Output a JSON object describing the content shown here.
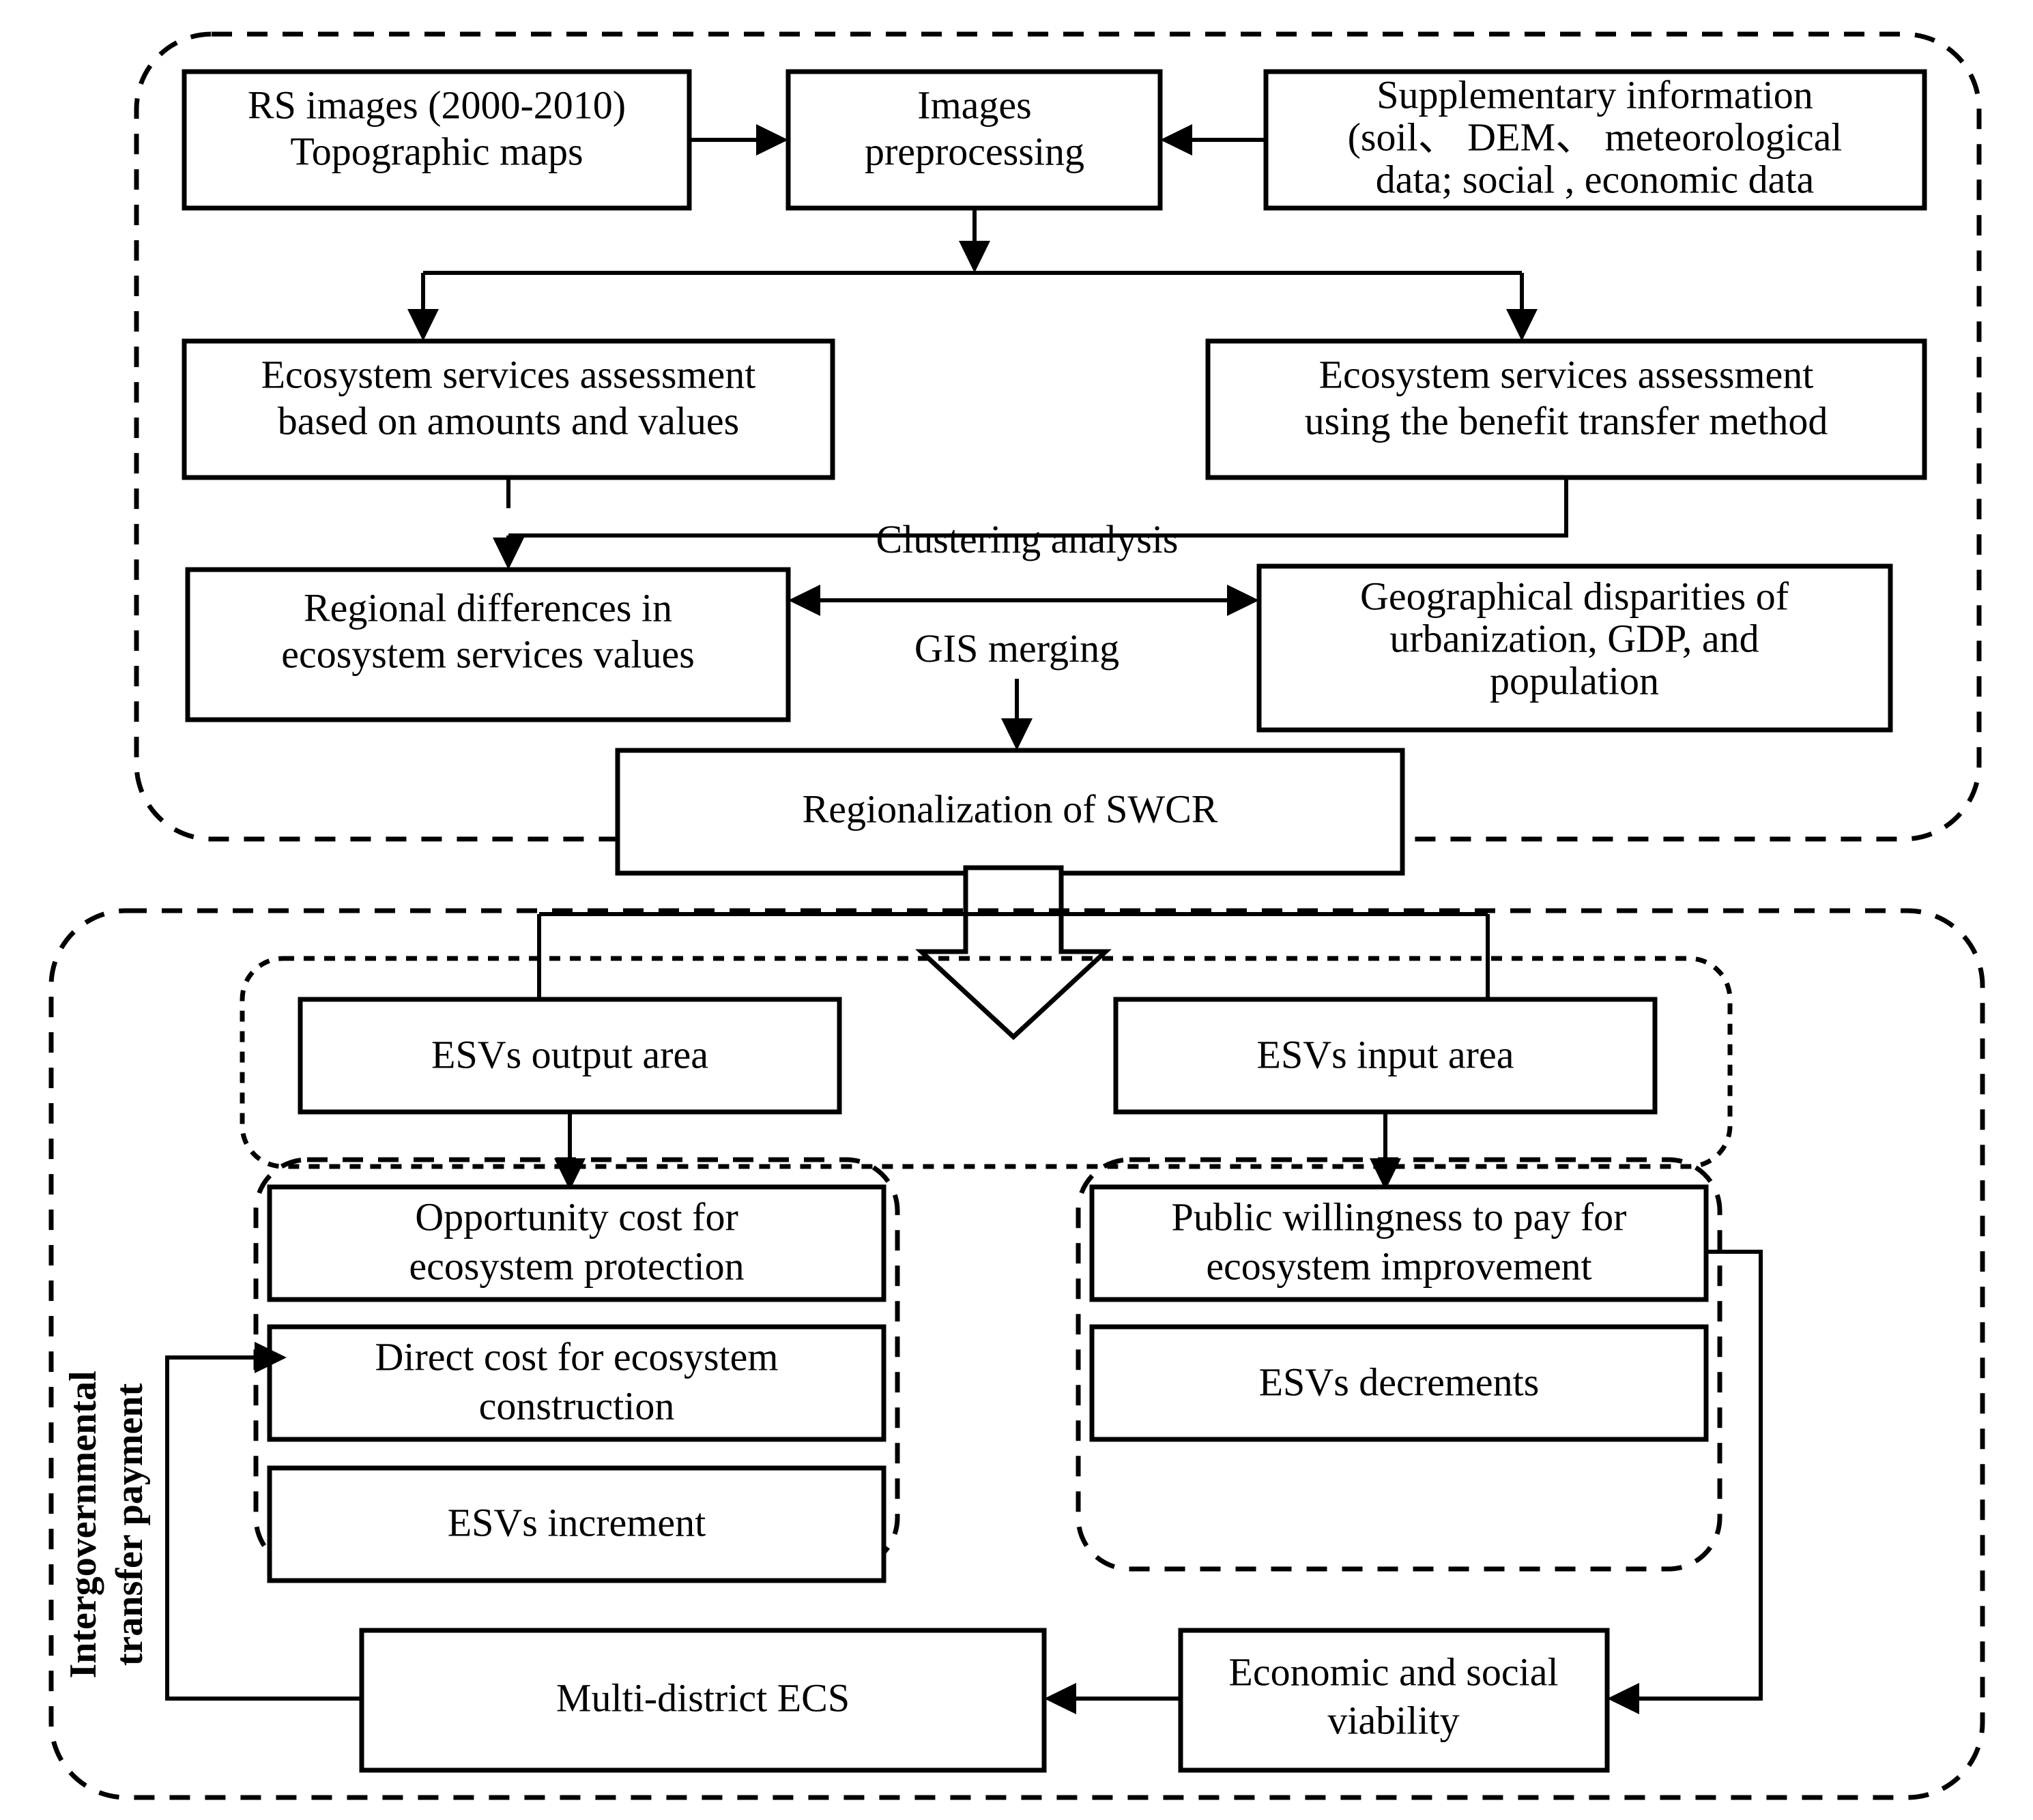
{
  "diagram": {
    "title_present": false,
    "accent_color": "#000000",
    "background_color": "#ffffff",
    "groups": {
      "upper_group_label": "",
      "lower_group_label": "",
      "esv_area_group_label": "",
      "output_items_group_label": "",
      "input_items_group_label": ""
    },
    "nodes": {
      "rs_images": {
        "line1": "RS images (2000-2010)",
        "line2": "Topographic maps"
      },
      "images_preprocessing": {
        "line1": "Images",
        "line2": "preprocessing"
      },
      "supplementary_information": {
        "line1": "Supplementary information",
        "line2": "(soil、 DEM、 meteorological",
        "line3": "data; social , economic data"
      },
      "assessment_amounts_values": {
        "line1": "Ecosystem services assessment",
        "line2": "based on amounts and values"
      },
      "assessment_benefit_transfer": {
        "line1": "Ecosystem services assessment",
        "line2": "using the benefit transfer method"
      },
      "regional_differences": {
        "line1": "Regional differences in",
        "line2": "ecosystem services values"
      },
      "geographical_disparities": {
        "line1": "Geographical disparities of",
        "line2": "urbanization, GDP, and",
        "line3": "population"
      },
      "regionalization_swcr": {
        "line1": "Regionalization of SWCR"
      },
      "esvs_output_area": {
        "line1": "ESVs output area"
      },
      "esvs_input_area": {
        "line1": "ESVs input area"
      },
      "opportunity_cost": {
        "line1": "Opportunity cost for",
        "line2": "ecosystem protection"
      },
      "direct_cost": {
        "line1": "Direct cost for ecosystem",
        "line2": "construction"
      },
      "esvs_increment": {
        "line1": "ESVs increment"
      },
      "public_willingness": {
        "line1": "Public willingness to pay for",
        "line2": "ecosystem improvement"
      },
      "esvs_decrements": {
        "line1": "ESVs decrements"
      },
      "multi_district_ecs": {
        "line1": "Multi-district ECS"
      },
      "economic_social_viability": {
        "line1": "Economic and social",
        "line2": "viability"
      }
    },
    "edge_labels": {
      "clustering_analysis": "Clustering analysis",
      "gis_merging": "GIS merging",
      "intergovernmental_line1": "Intergovernmental",
      "intergovernmental_line2": "transfer payment"
    }
  }
}
